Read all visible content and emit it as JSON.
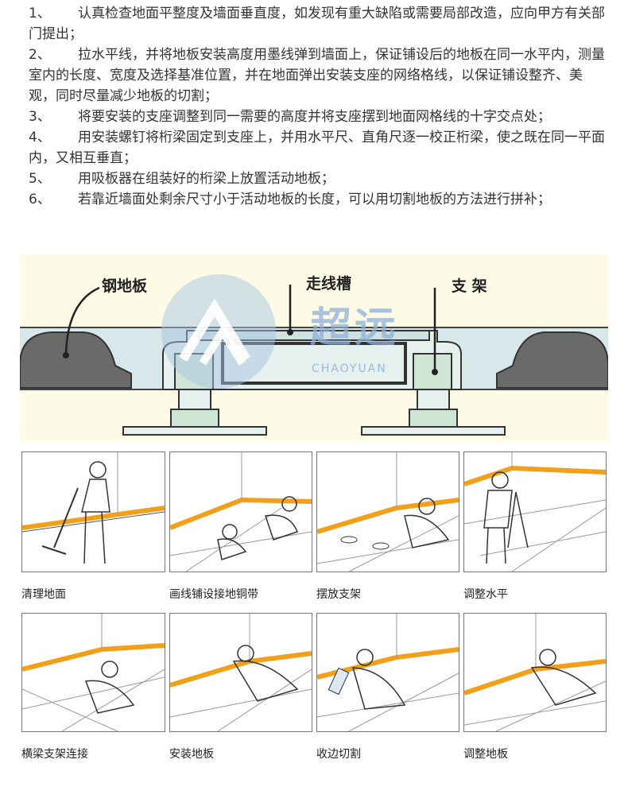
{
  "steps": [
    {
      "num": "1、",
      "text": "认真检查地面平整度及墙面垂直度，如发现有重大缺陷或需要局部改造，应向甲方有关部门提出；"
    },
    {
      "num": "2、",
      "text": "拉水平线，并将地板安装高度用墨线弹到墙面上，保证铺设后的地板在同一水平内，测量室内的长度、宽度及选择基准位置，并在地面弹出安装支座的网络格线，以保证铺设整齐、美观，同时尽量减少地板的切割；"
    },
    {
      "num": "3、",
      "text": "将要安装的支座调整到同一需要的高度并将支座摆到地面网格线的十字交点处；"
    },
    {
      "num": "4、",
      "text": "用安装螺钉将桁梁固定到支座上，并用水平尺、直角尺逐一校正桁梁，使之既在同一平面内，又相互垂直；"
    },
    {
      "num": "5、",
      "text": "用吸板器在组装好的桁梁上放置活动地板；"
    },
    {
      "num": "6、",
      "text": "若靠近墙面处剩余尺寸小于活动地板的长度，可以用切割地板的方法进行拼补；"
    }
  ],
  "diagram": {
    "label_left": "钢地板",
    "label_center": "走线槽",
    "label_right": "支 架",
    "watermark_cn": "超远",
    "watermark_en": "CHAOYUAN"
  },
  "captions": [
    "清理地面",
    "画线铺设接地铜带",
    "摆放支架",
    "调整水平",
    "横梁支架连接",
    "安装地板",
    "收边切割",
    "调整地板"
  ],
  "colors": {
    "accent_orange": "#f2a01a",
    "floor_blue": "#d8e8ea",
    "stand_green": "#cfe6d6",
    "dome_gray": "#666666"
  }
}
